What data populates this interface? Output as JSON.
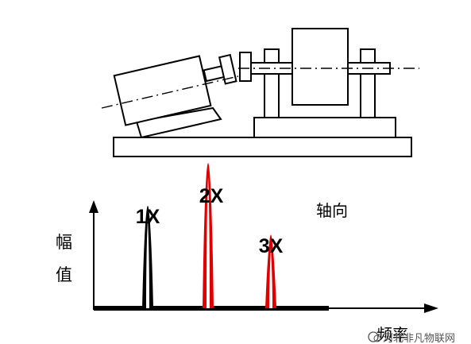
{
  "diagram": {
    "peak_labels": [
      "1X",
      "2X",
      "3X"
    ],
    "direction_label": "轴向",
    "y_axis_label_chars": [
      "幅",
      "值"
    ],
    "x_axis_label": "频率",
    "watermark": "河北非凡物联网"
  },
  "chart_data": {
    "type": "spectrum",
    "x_categories": [
      "1X",
      "2X",
      "3X"
    ],
    "relative_amplitude": [
      0.6,
      0.85,
      0.43
    ],
    "colors": [
      "#000000",
      "#e00000",
      "#e00000"
    ]
  },
  "colors": {
    "machine_fill": "#ffffff",
    "machine_stroke": "#000000",
    "black_peak": "#000000",
    "red_peak": "#e00000",
    "baseline": "#000000",
    "watermark": "#555555"
  }
}
